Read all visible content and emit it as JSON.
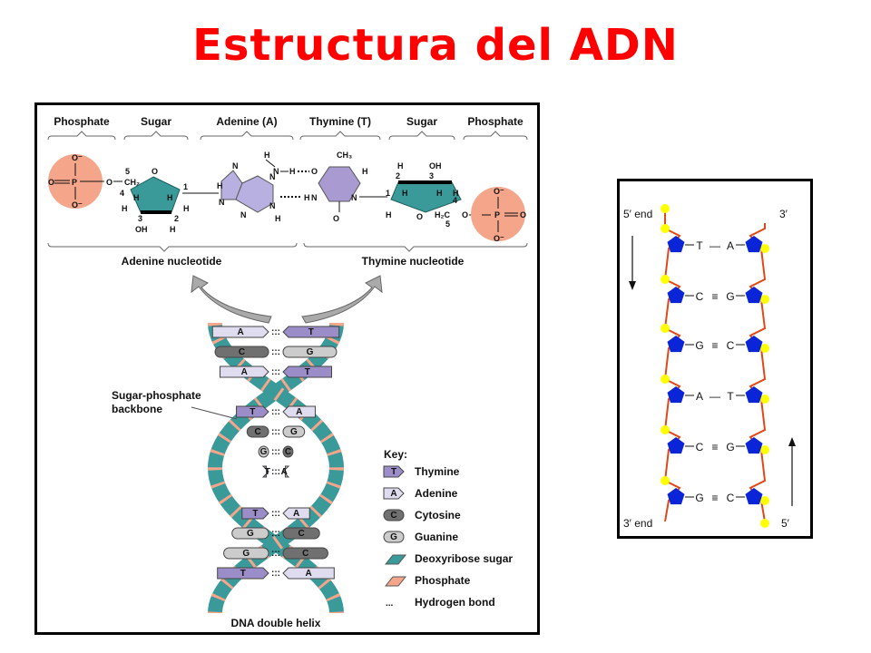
{
  "title": "Estructura del ADN",
  "top": {
    "headers": [
      "Phosphate",
      "Sugar",
      "Adenine (A)",
      "Thymine (T)",
      "Sugar",
      "Phosphate"
    ],
    "nucleotides": [
      "Adenine nucleotide",
      "Thymine nucleotide"
    ]
  },
  "chem": {
    "O_minus": "O⁻",
    "O": "O",
    "P": "P",
    "H": "H",
    "N": "N",
    "OH": "OH",
    "CH2": "CH₂",
    "CH3": "CH₃",
    "H2C": "H₂C",
    "n1": "1",
    "n2": "2",
    "n3": "3",
    "n4": "4",
    "n5": "5"
  },
  "helix": {
    "backbone_label": "Sugar-phosphate backbone",
    "caption": "DNA double helix",
    "pairs": [
      {
        "left": "A",
        "right": "T"
      },
      {
        "left": "C",
        "right": "G"
      },
      {
        "left": "A",
        "right": "T"
      },
      {
        "left": "T",
        "right": "A"
      },
      {
        "left": "C",
        "right": "G"
      },
      {
        "left": "G",
        "right": "C"
      },
      {
        "left": "T",
        "right": "A"
      },
      {
        "left": "T",
        "right": "A"
      },
      {
        "left": "G",
        "right": "C"
      },
      {
        "left": "G",
        "right": "C"
      },
      {
        "left": "T",
        "right": "A"
      }
    ]
  },
  "key": {
    "title": "Key:",
    "items": [
      {
        "symbol": "T",
        "label": "Thymine",
        "color": "#9b8ec8"
      },
      {
        "symbol": "A",
        "label": "Adenine",
        "color": "#e0dcf0"
      },
      {
        "symbol": "C",
        "label": "Cytosine",
        "color": "#707070"
      },
      {
        "symbol": "G",
        "label": "Guanine",
        "color": "#cccccc"
      },
      {
        "symbol": "",
        "label": "Deoxyribose sugar",
        "color": "#3a9a9a"
      },
      {
        "symbol": "",
        "label": "Phosphate",
        "color": "#f4a58a"
      },
      {
        "symbol": "...",
        "label": "Hydrogen bond",
        "color": "#111111"
      }
    ]
  },
  "ladder": {
    "top_left": "5′ end",
    "top_right": "3′",
    "bottom_left": "3′ end",
    "bottom_right": "5′",
    "pairs": [
      {
        "left": "T",
        "bond": "—",
        "right": "A"
      },
      {
        "left": "C",
        "bond": "≡",
        "right": "G"
      },
      {
        "left": "G",
        "bond": "≡",
        "right": "C"
      },
      {
        "left": "A",
        "bond": "—",
        "right": "T"
      },
      {
        "left": "C",
        "bond": "≡",
        "right": "G"
      },
      {
        "left": "G",
        "bond": "≡",
        "right": "C"
      }
    ]
  },
  "colors": {
    "title": "#ff0000",
    "phosphate": "#f4a58a",
    "sugar": "#3a9a9a",
    "adenine": "#b8b0e0",
    "thymine": "#a99bd2",
    "ladder_sugar": "#0a24d8",
    "ladder_phosphate": "#ffff00",
    "ladder_backbone": "#e04818"
  }
}
